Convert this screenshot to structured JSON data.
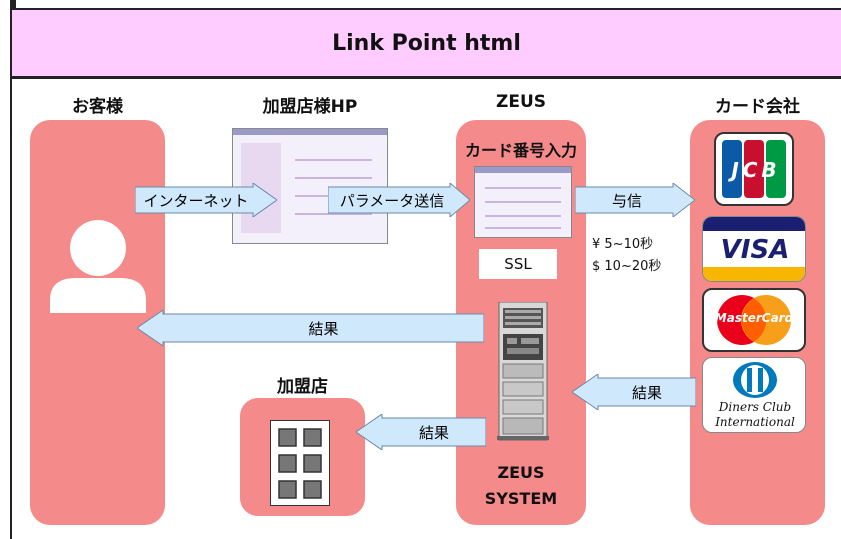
{
  "title": "Link Point html",
  "columns": {
    "customer": "お客様",
    "merchant_hp": "加盟店様HP",
    "zeus": "ZEUS",
    "card_company": "カード会社"
  },
  "card_input_label": "カード番号入力",
  "arrows": {
    "internet": "インターネット",
    "param_send": "パラメータ送信",
    "credit": "与信",
    "result_to_customer": "結果",
    "result_from_card": "結果",
    "result_to_merchant": "結果"
  },
  "ssl_label": "SSL",
  "timing": [
    "¥  5~10秒",
    "$  10~20秒"
  ],
  "merchant_label": "加盟店",
  "zeus_system": [
    "ZEUS",
    "SYSTEM"
  ],
  "cards": {
    "jcb": "JCB",
    "visa": "VISA",
    "mastercard": "MasterCard",
    "diners": [
      "Diners Club",
      "International"
    ]
  },
  "colors": {
    "title_bg": "#ffccff",
    "column_bg": "#f48a8a",
    "arrow_fill": "#cfe8fb"
  }
}
